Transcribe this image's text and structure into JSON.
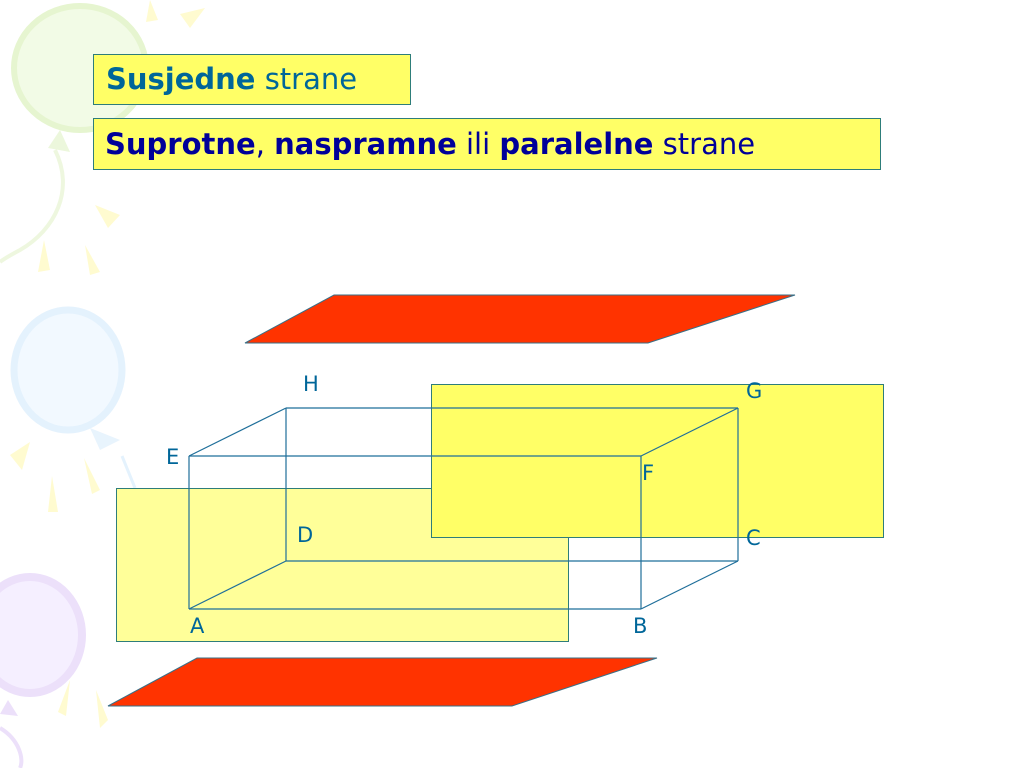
{
  "slide": {
    "title_1": {
      "bold": "Susjedne",
      "normal": " strane"
    },
    "title_2": {
      "part1_bold": "Suprotne",
      "part2": ", ",
      "part3_bold": "naspramne",
      "part4": " ili ",
      "part5_bold": "paralelne",
      "part6": " strane"
    }
  },
  "figure": {
    "vertex_labels": {
      "A": "A",
      "B": "B",
      "C": "C",
      "D": "D",
      "E": "E",
      "F": "F",
      "G": "G",
      "H": "H"
    },
    "colors": {
      "edge": "#1f6f9a",
      "front_face": "#ffff99",
      "back_face": "#ffff66",
      "top_bottom_faces": "#ff3300",
      "title_bg": "#ffff66",
      "title1_text": "#006699",
      "title2_text": "#000099"
    }
  },
  "background": {
    "decoration": "balloons-icon"
  }
}
